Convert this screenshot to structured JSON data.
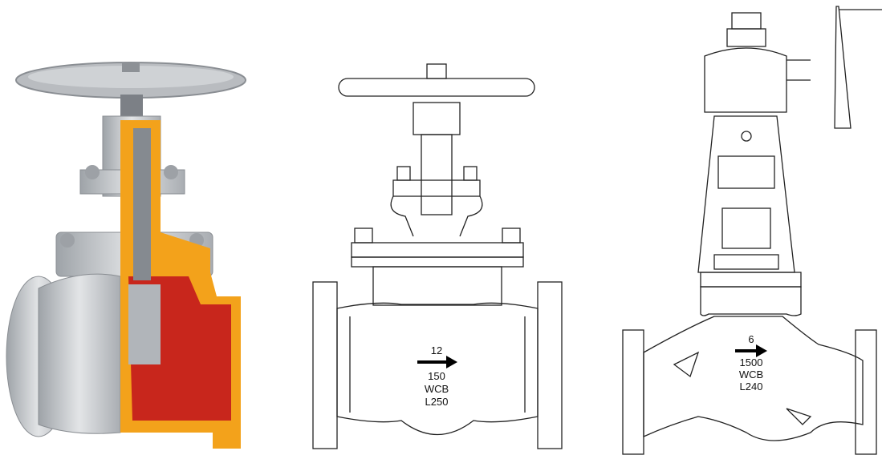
{
  "figures": [
    {
      "id": "cutaway",
      "kind": "cutaway-render",
      "colors": {
        "body": "#c9cdd1",
        "section_orange": "#f3a21b",
        "section_red": "#c8261c",
        "handwheel": "#b9bcc0"
      }
    },
    {
      "id": "gate-valve-drawing",
      "kind": "line-drawing",
      "markings": {
        "size": "12",
        "class": "150",
        "material": "WCB",
        "length": "L250"
      },
      "flow_arrow": "right"
    },
    {
      "id": "pressure-seal-drawing",
      "kind": "line-drawing",
      "markings": {
        "size": "6",
        "class": "1500",
        "material": "WCB",
        "length": "L240"
      },
      "flow_arrow": "right"
    }
  ]
}
